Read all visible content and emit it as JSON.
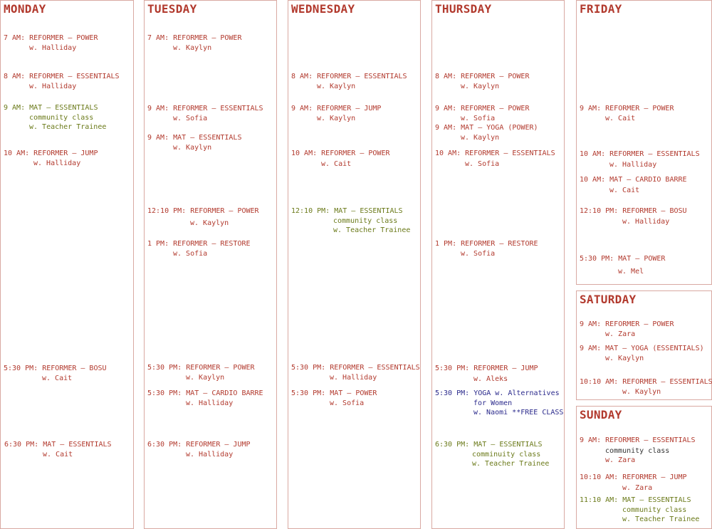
{
  "days": {
    "monday": {
      "title": "MONDAY",
      "classes": [
        {
          "time": "7 AM:",
          "name": "REFORMER – POWER",
          "lines": [
            "w. Halliday"
          ],
          "color": "red"
        },
        {
          "time": "8 AM:",
          "name": "REFORMER – ESSENTIALS",
          "lines": [
            "w. Halliday"
          ],
          "color": "red"
        },
        {
          "time": "9 AM:",
          "name": "MAT – ESSENTIALS",
          "lines": [
            "community class",
            "w. Teacher Trainee"
          ],
          "color": "olive"
        },
        {
          "time": "10 AM:",
          "name": "REFORMER – JUMP",
          "lines": [
            "w. Halliday"
          ],
          "color": "red"
        },
        {
          "time": "5:30 PM:",
          "name": "REFORMER – BOSU",
          "lines": [
            "w. Cait"
          ],
          "color": "red"
        },
        {
          "time": "6:30 PM:",
          "name": "MAT – ESSENTIALS",
          "lines": [
            "w. Cait"
          ],
          "color": "red"
        }
      ]
    },
    "tuesday": {
      "title": "TUESDAY",
      "classes": [
        {
          "time": "7 AM:",
          "name": "REFORMER – POWER",
          "lines": [
            "w. Kaylyn"
          ],
          "color": "red"
        },
        {
          "time": "9 AM:",
          "name": "REFORMER – ESSENTIALS",
          "lines": [
            "w. Sofia"
          ],
          "color": "red"
        },
        {
          "time": "9 AM:",
          "name": "MAT – ESSENTIALS",
          "lines": [
            "w. Kaylyn"
          ],
          "color": "red"
        },
        {
          "time": "12:10 PM:",
          "name": "REFORMER – POWER",
          "lines": [
            "w. Kaylyn"
          ],
          "color": "red"
        },
        {
          "time": "1 PM:",
          "name": "REFORMER – RESTORE",
          "lines": [
            "w. Sofia"
          ],
          "color": "red"
        },
        {
          "time": "5:30 PM:",
          "name": "REFORMER – POWER",
          "lines": [
            "w. Kaylyn"
          ],
          "color": "red"
        },
        {
          "time": "5:30 PM:",
          "name": "MAT – CARDIO BARRE",
          "lines": [
            "w. Halliday"
          ],
          "color": "red"
        },
        {
          "time": "6:30 PM:",
          "name": "REFORMER – JUMP",
          "lines": [
            "w. Halliday"
          ],
          "color": "red"
        }
      ]
    },
    "wednesday": {
      "title": "WEDNESDAY",
      "classes": [
        {
          "time": "8 AM:",
          "name": "REFORMER – ESSENTIALS",
          "lines": [
            "w. Kaylyn"
          ],
          "color": "red"
        },
        {
          "time": "9 AM:",
          "name": "REFORMER – JUMP",
          "lines": [
            "w. Kaylyn"
          ],
          "color": "red"
        },
        {
          "time": "10 AM:",
          "name": "REFORMER – POWER",
          "lines": [
            "w. Cait"
          ],
          "color": "red"
        },
        {
          "time": "12:10 PM:",
          "name": "MAT – ESSENTIALS",
          "lines": [
            "community class",
            "w. Teacher Trainee"
          ],
          "color": "olive"
        },
        {
          "time": "5:30 PM:",
          "name": "REFORMER – ESSENTIALS",
          "lines": [
            "w. Halliday"
          ],
          "color": "red"
        },
        {
          "time": "5:30 PM:",
          "name": "MAT – POWER",
          "lines": [
            "w. Sofia"
          ],
          "color": "red"
        }
      ]
    },
    "thursday": {
      "title": "THURSDAY",
      "classes": [
        {
          "time": "8 AM:",
          "name": "REFORMER – POWER",
          "lines": [
            "w. Kaylyn"
          ],
          "color": "red"
        },
        {
          "time": "9 AM:",
          "name": "REFORMER – POWER",
          "lines": [
            "w. Sofia"
          ],
          "color": "red"
        },
        {
          "time": "9 AM:",
          "name": "MAT – YOGA (POWER)",
          "lines": [
            "w. Kaylyn"
          ],
          "color": "red"
        },
        {
          "time": "10 AM:",
          "name": "REFORMER – ESSENTIALS",
          "lines": [
            "w. Sofia"
          ],
          "color": "red"
        },
        {
          "time": "1 PM:",
          "name": "REFORMER – RESTORE",
          "lines": [
            "w. Sofia"
          ],
          "color": "red"
        },
        {
          "time": "5:30 PM:",
          "name": "REFORMER – JUMP",
          "lines": [
            "w. Aleks"
          ],
          "color": "red"
        },
        {
          "time": "5:30 PM:",
          "name": "YOGA w. Alternatives",
          "lines": [
            "for Women",
            "w. Naomi **FREE CLASS"
          ],
          "color": "navy"
        },
        {
          "time": "6:30 PM:",
          "name": "MAT – ESSENTIALS",
          "lines": [
            "comminuity class",
            "w. Teacher Trainee"
          ],
          "color": "olive"
        }
      ]
    },
    "friday": {
      "title": "FRIDAY",
      "classes": [
        {
          "time": "9 AM:",
          "name": "REFORMER – POWER",
          "lines": [
            "w. Cait"
          ],
          "color": "red"
        },
        {
          "time": "10 AM:",
          "name": "REFORMER – ESSENTIALS",
          "lines": [
            "w. Halliday"
          ],
          "color": "red"
        },
        {
          "time": "10 AM:",
          "name": "MAT – CARDIO BARRE",
          "lines": [
            "w. Cait"
          ],
          "color": "red"
        },
        {
          "time": "12:10 PM:",
          "name": "REFORMER – BOSU",
          "lines": [
            "w. Halliday"
          ],
          "color": "red"
        },
        {
          "time": "5:30 PM:",
          "name": "MAT – POWER",
          "lines": [
            "w. Mel"
          ],
          "color": "red"
        }
      ]
    },
    "saturday": {
      "title": "SATURDAY",
      "classes": [
        {
          "time": "9 AM:",
          "name": "REFORMER – POWER",
          "lines": [
            "w. Zara"
          ],
          "color": "red"
        },
        {
          "time": "9 AM:",
          "name": "MAT – YOGA (ESSENTIALS)",
          "lines": [
            "w. Kaylyn"
          ],
          "color": "red"
        },
        {
          "time": "10:10 AM:",
          "name": "REFORMER – ESSENTIALS",
          "lines": [
            "w. Kaylyn"
          ],
          "color": "red"
        }
      ]
    },
    "sunday": {
      "title": "SUNDAY",
      "classes": [
        {
          "time": "9 AM:",
          "name": "REFORMER – ESSENTIALS",
          "lines": [
            "community class",
            "w. Zara"
          ],
          "color": "red",
          "line_colors": [
            "dark",
            "red"
          ]
        },
        {
          "time": "10:10 AM:",
          "name": "REFORMER – JUMP",
          "lines": [
            "w. Zara"
          ],
          "color": "red"
        },
        {
          "time": "11:10 AM:",
          "name": "MAT – ESSENTIALS",
          "lines": [
            "community class",
            "w. Teacher Trainee"
          ],
          "color": "olive"
        }
      ]
    }
  },
  "colors": {
    "red": "#b23a2e",
    "olive": "#6b7a1a",
    "navy": "#2b2a8c",
    "dark": "#333333",
    "border": "#d9a9a2"
  }
}
